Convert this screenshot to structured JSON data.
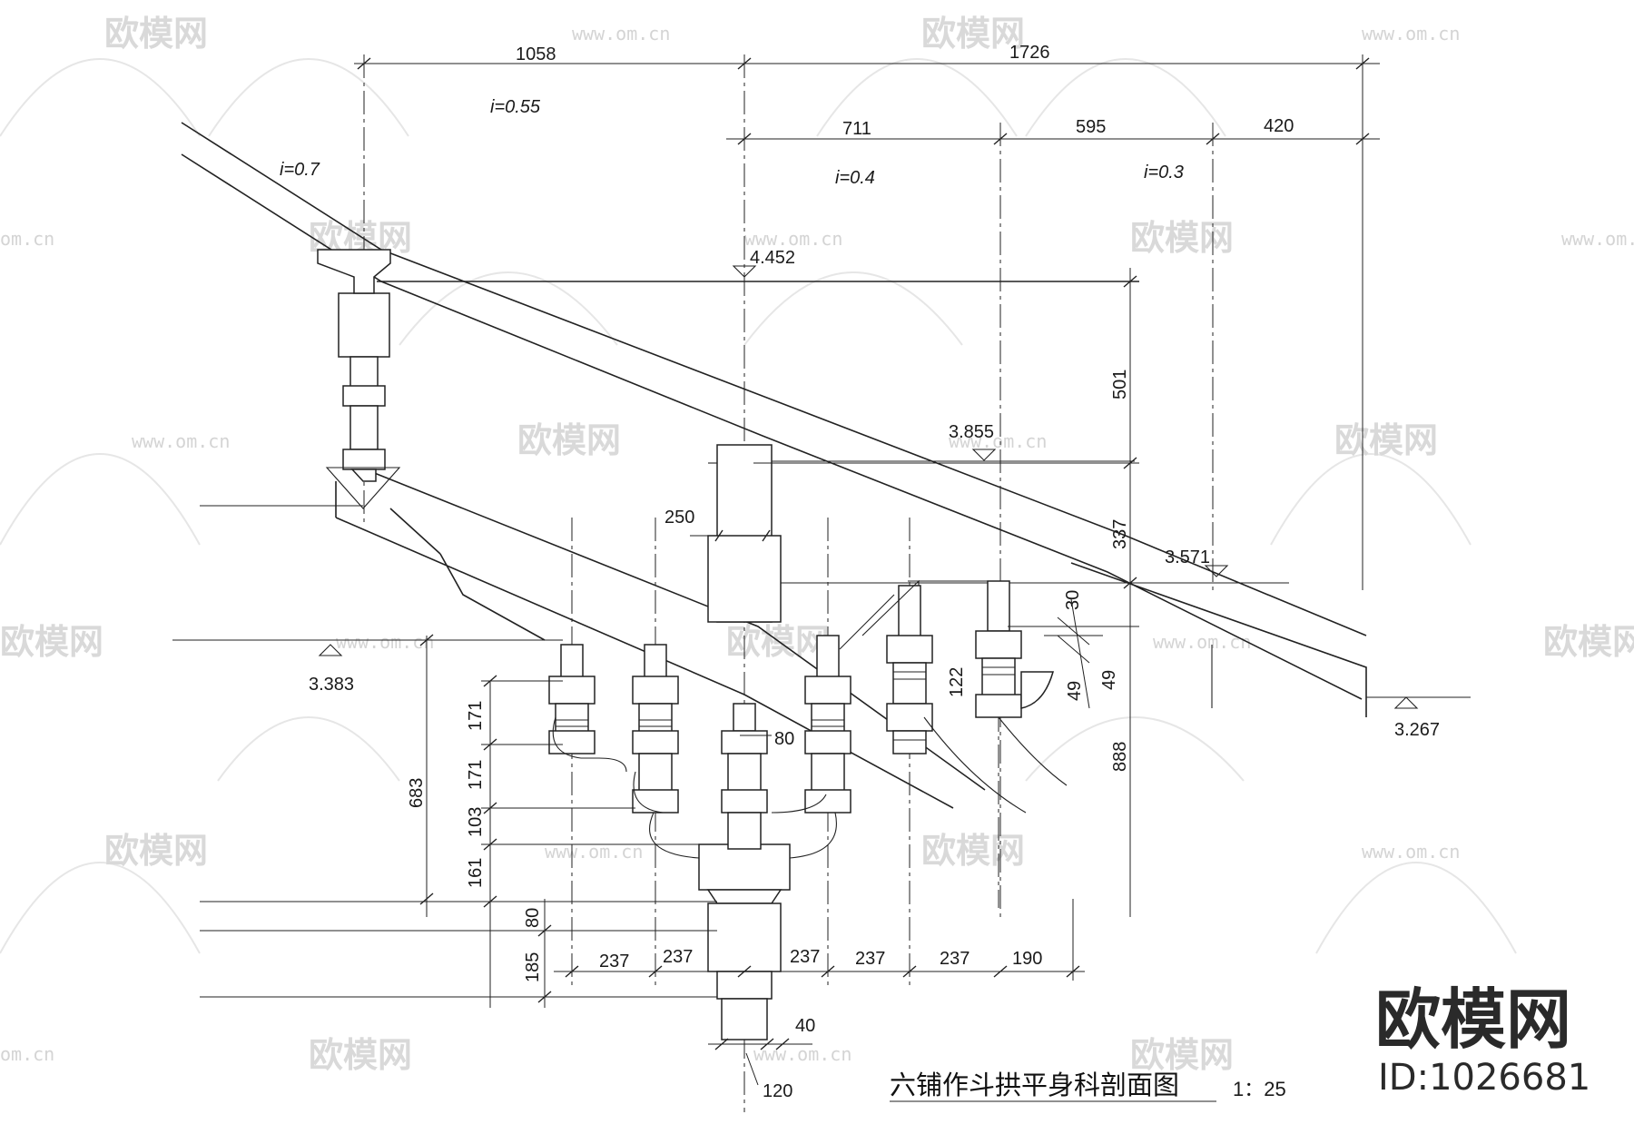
{
  "drawing": {
    "title": "六铺作斗拱平身科剖面图",
    "scale": "1：25"
  },
  "watermark": {
    "brand": "欧模网",
    "url": "www.om.cn",
    "url_partial": "om.cn",
    "brand_partial": "欧模网",
    "id_label": "ID:1026681"
  },
  "slopes": {
    "s1": "i=0.7",
    "s2": "i=0.55",
    "s3": "i=0.4",
    "s4": "i=0.3"
  },
  "elevations": {
    "e1": "4.452",
    "e2": "3.855",
    "e3": "3.571",
    "e4": "3.383",
    "e5": "3.267"
  },
  "dimensions": {
    "top_left_span": "1058",
    "top_right_span": "1726",
    "span_711": "711",
    "span_595": "595",
    "span_420": "420",
    "v_501": "501",
    "v_337": "337",
    "v_888": "888",
    "v_30": "30",
    "v_49a": "49",
    "v_49b": "49",
    "v_122": "122",
    "v_250": "250",
    "v_80_mid": "80",
    "v_683": "683",
    "v_171a": "171",
    "v_171b": "171",
    "v_103": "103",
    "v_161": "161",
    "v_80_low": "80",
    "v_185": "185",
    "h_237a": "237",
    "h_237b": "237",
    "h_237c": "237",
    "h_237d": "237",
    "h_237e": "237",
    "h_190": "190",
    "h_40": "40",
    "h_120": "120"
  }
}
